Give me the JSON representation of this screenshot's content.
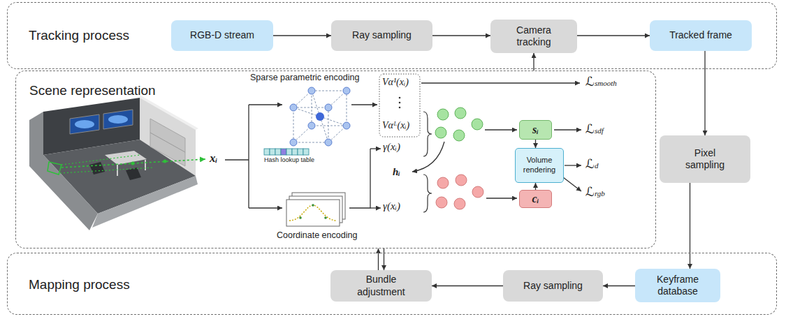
{
  "diagram": {
    "nodes": [
      {
        "text": [
          "Tracking process"
        ]
      },
      {
        "text": [
          "RGB-D stream"
        ],
        "in": 0
      },
      {
        "text": [
          "Ray sampling"
        ],
        "in": 0
      },
      {
        "text": [
          "Camera tracking"
        ],
        "in": 0
      },
      {
        "text": [
          "Tracked frame"
        ],
        "in": 0
      },
      {
        "text": [
          "Scene representation"
        ]
      },
      {
        "text": [
          "sᵢ"
        ],
        "in": 5
      },
      {
        "text": [
          "Volume rendering"
        ],
        "in": 5
      },
      {
        "text": [
          "cᵢ"
        ],
        "in": 5
      },
      {
        "text": [
          "Pixel sampling"
        ]
      },
      {
        "text": [
          "Mapping process"
        ]
      },
      {
        "text": [
          "Keyframe database"
        ],
        "in": 10
      },
      {
        "text": [
          "Ray sampling"
        ],
        "in": 10
      },
      {
        "text": [
          "Bundle adjustment"
        ],
        "in": 10
      }
    ],
    "edges": [
      {
        "from": 1,
        "to": 2,
        "arrow": "to"
      },
      {
        "from": 2,
        "to": 3,
        "arrow": "to"
      },
      {
        "from": 3,
        "to": 4,
        "arrow": "to"
      },
      {
        "from": 5,
        "to": 3,
        "arrow": "to"
      },
      {
        "from": 4,
        "to": 9,
        "arrow": "to"
      },
      {
        "from": 9,
        "to": 11,
        "arrow": "to"
      },
      {
        "from": 11,
        "to": 12,
        "arrow": "to"
      },
      {
        "from": 12,
        "to": 13,
        "arrow": "to"
      },
      {
        "from": 13,
        "to": 5,
        "arrow": "to"
      },
      {
        "from": 5,
        "to": 13,
        "arrow": "to"
      },
      {
        "from": 6,
        "to": 7,
        "arrow": "to"
      },
      {
        "from": 8,
        "to": 7,
        "arrow": "to"
      }
    ],
    "labels": [
      "Sparse parametric encoding",
      "Hash lookup table",
      "xᵢ",
      "Vα¹(xᵢ)",
      "Vαᴸ(xᵢ)",
      "γ(xᵢ)",
      "hᵢ",
      "γ(xᵢ)",
      "Coordinate encoding",
      "ℒsmooth",
      "ℒsdf",
      "ℒd",
      "ℒrgb"
    ]
  }
}
